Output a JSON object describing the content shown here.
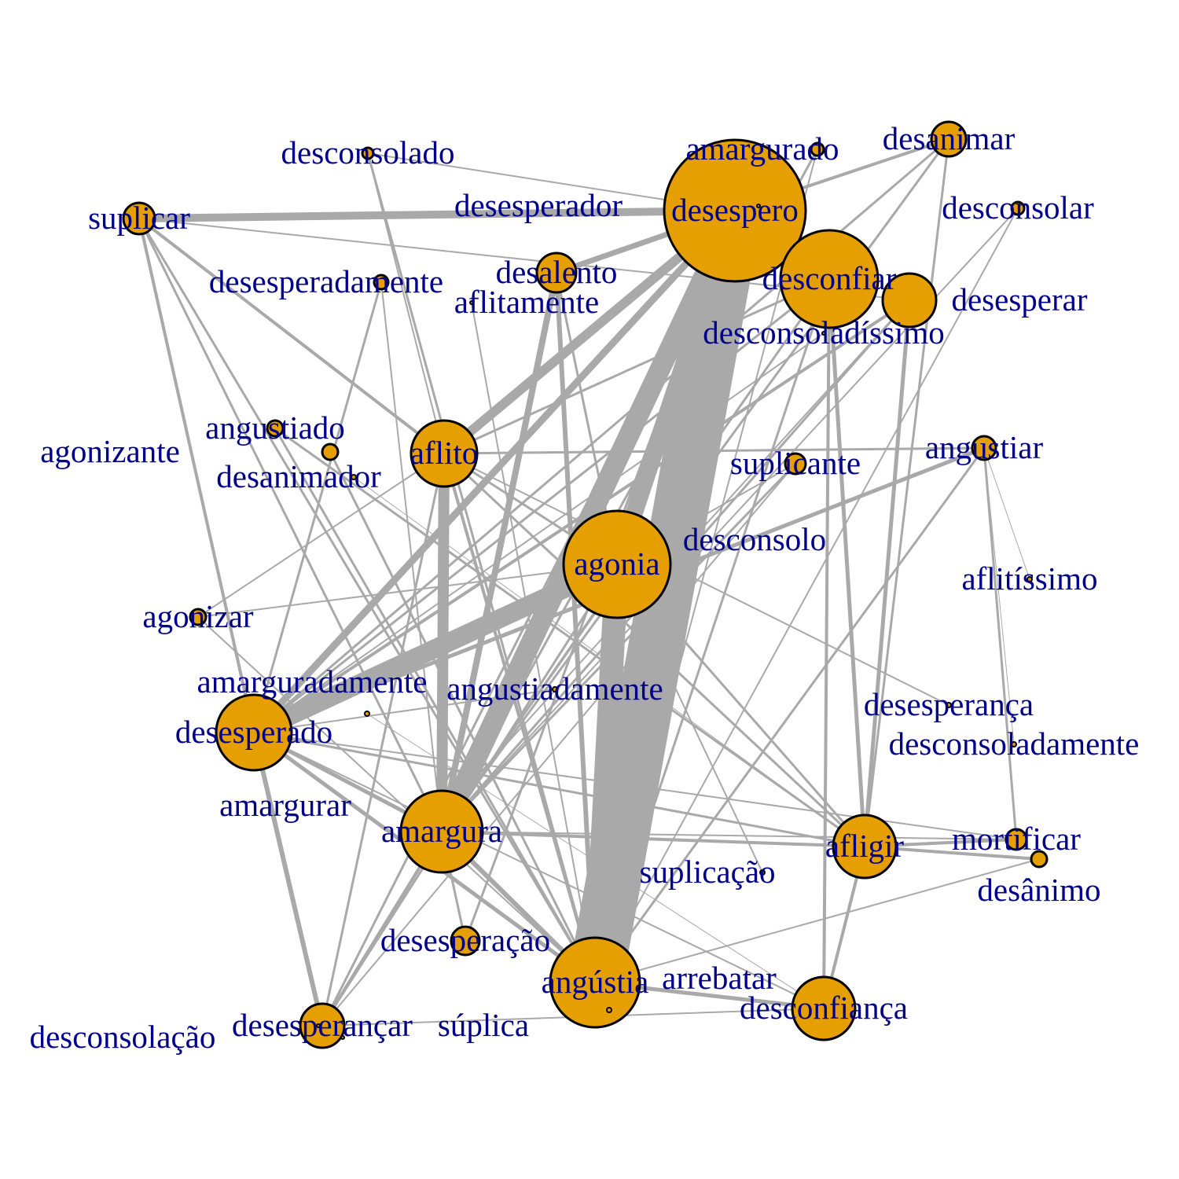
{
  "graph": {
    "node_color": "#E69F00",
    "edge_color": "#A9A9A9",
    "label_color": "#00008B",
    "nodes": [
      {
        "label": "desespero",
        "size": 90
      },
      {
        "label": "desesperador",
        "size": 2
      },
      {
        "label": "amargurado",
        "size": 8
      },
      {
        "label": "desanimar",
        "size": 22
      },
      {
        "label": "desconsolar",
        "size": 8
      },
      {
        "label": "desconfiar",
        "size": 62
      },
      {
        "label": "desesperar",
        "size": 34
      },
      {
        "label": "desconsoladíssimo",
        "size": 2
      },
      {
        "label": "desconsolado",
        "size": 7
      },
      {
        "label": "suplicar",
        "size": 20
      },
      {
        "label": "desalento",
        "size": 25
      },
      {
        "label": "desesperadamente",
        "size": 9
      },
      {
        "label": "aflitamente",
        "size": 2
      },
      {
        "label": "angustiado",
        "size": 10
      },
      {
        "label": "agonizante",
        "size": 10
      },
      {
        "label": "aflito",
        "size": 42
      },
      {
        "label": "desanimador",
        "size": 3
      },
      {
        "label": "suplicante",
        "size": 13
      },
      {
        "label": "angustiar",
        "size": 15
      },
      {
        "label": "desconsolo",
        "size": 3
      },
      {
        "label": "agonia",
        "size": 68
      },
      {
        "label": "aflitíssimo",
        "size": 3
      },
      {
        "label": "agonizar",
        "size": 10
      },
      {
        "label": "angustiadamente",
        "size": 3
      },
      {
        "label": "desesperança",
        "size": 3
      },
      {
        "label": "amarguradamente",
        "size": 3
      },
      {
        "label": "desesperado",
        "size": 48
      },
      {
        "label": "desconsoladamente",
        "size": 3
      },
      {
        "label": "amargurar",
        "size": 10
      },
      {
        "label": "amargura",
        "size": 52
      },
      {
        "label": "mortificar",
        "size": 13
      },
      {
        "label": "desânimo",
        "size": 10
      },
      {
        "label": "afligir",
        "size": 40
      },
      {
        "label": "suplicação",
        "size": 3
      },
      {
        "label": "desesperação",
        "size": 18
      },
      {
        "label": "angústia",
        "size": 57
      },
      {
        "label": "arrebatar",
        "size": 3
      },
      {
        "label": "desconfiança",
        "size": 40
      },
      {
        "label": "desesperançar",
        "size": 28
      },
      {
        "label": "desconsolação",
        "size": 2
      },
      {
        "label": "súplica",
        "size": 2
      }
    ],
    "edges": [
      [
        0,
        35,
        70
      ],
      [
        0,
        29,
        26
      ],
      [
        0,
        20,
        22
      ],
      [
        0,
        9,
        10
      ],
      [
        0,
        26,
        9
      ],
      [
        0,
        15,
        12
      ],
      [
        0,
        10,
        7
      ],
      [
        20,
        26,
        24
      ],
      [
        20,
        35,
        30
      ],
      [
        15,
        29,
        14
      ],
      [
        10,
        29,
        8
      ],
      [
        10,
        35,
        6
      ],
      [
        5,
        32,
        5
      ],
      [
        5,
        37,
        4
      ],
      [
        6,
        32,
        5
      ],
      [
        26,
        38,
        6
      ],
      [
        26,
        29,
        5
      ],
      [
        29,
        35,
        6
      ],
      [
        35,
        37,
        5
      ],
      [
        32,
        37,
        4
      ],
      [
        9,
        15,
        4
      ],
      [
        9,
        26,
        4
      ],
      [
        9,
        29,
        3
      ],
      [
        9,
        35,
        3
      ],
      [
        9,
        6,
        2
      ],
      [
        3,
        26,
        3
      ],
      [
        3,
        29,
        3
      ],
      [
        3,
        32,
        3
      ],
      [
        3,
        0,
        4
      ],
      [
        6,
        26,
        4
      ],
      [
        6,
        29,
        3
      ],
      [
        18,
        26,
        5
      ],
      [
        18,
        15,
        3
      ],
      [
        18,
        35,
        3
      ],
      [
        18,
        30,
        3
      ],
      [
        32,
        30,
        4
      ],
      [
        32,
        31,
        4
      ],
      [
        32,
        29,
        4
      ],
      [
        32,
        26,
        3
      ],
      [
        32,
        15,
        3
      ],
      [
        32,
        20,
        3
      ],
      [
        37,
        26,
        2
      ],
      [
        37,
        38,
        2
      ],
      [
        38,
        29,
        4
      ],
      [
        38,
        20,
        3
      ],
      [
        38,
        15,
        3
      ],
      [
        38,
        0,
        3
      ],
      [
        35,
        15,
        4
      ],
      [
        35,
        13,
        3
      ],
      [
        35,
        26,
        5
      ],
      [
        34,
        29,
        3
      ],
      [
        34,
        0,
        3
      ],
      [
        17,
        29,
        3
      ],
      [
        17,
        20,
        2
      ],
      [
        17,
        38,
        2
      ],
      [
        22,
        20,
        2
      ],
      [
        22,
        15,
        2
      ],
      [
        22,
        35,
        2
      ],
      [
        13,
        32,
        3
      ],
      [
        14,
        35,
        3
      ],
      [
        8,
        35,
        3
      ],
      [
        8,
        0,
        2
      ],
      [
        8,
        15,
        2
      ],
      [
        11,
        26,
        3
      ],
      [
        11,
        29,
        2
      ],
      [
        2,
        29,
        3
      ],
      [
        2,
        35,
        2
      ],
      [
        4,
        35,
        2
      ],
      [
        4,
        29,
        2
      ],
      [
        21,
        18,
        1
      ],
      [
        24,
        15,
        2
      ],
      [
        27,
        18,
        1
      ],
      [
        30,
        29,
        2
      ],
      [
        30,
        26,
        2
      ],
      [
        31,
        35,
        2
      ],
      [
        5,
        26,
        3
      ],
      [
        5,
        29,
        3
      ],
      [
        5,
        15,
        3
      ],
      [
        5,
        35,
        3
      ],
      [
        10,
        20,
        3
      ],
      [
        15,
        20,
        3
      ],
      [
        33,
        20,
        2
      ],
      [
        36,
        0,
        2
      ],
      [
        23,
        26,
        2
      ],
      [
        19,
        29,
        2
      ],
      [
        7,
        26,
        2
      ],
      [
        12,
        35,
        2
      ],
      [
        16,
        32,
        1
      ],
      [
        25,
        37,
        1
      ],
      [
        28,
        6,
        2
      ]
    ]
  }
}
